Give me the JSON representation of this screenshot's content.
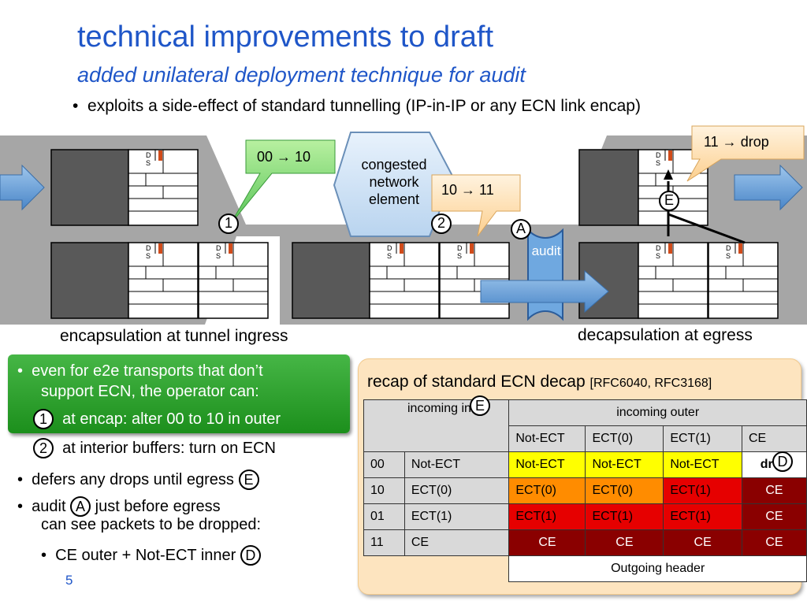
{
  "title": "technical improvements to draft",
  "subtitle": "added unilateral deployment technique for audit",
  "top_bullet": "exploits a side-effect of standard tunnelling (IP-in-IP or any ECN link encap)",
  "diagram": {
    "congested_label": [
      "congested",
      "network",
      "element"
    ],
    "callout_ingress": "00 → 10",
    "callout_congested": "10 → 11",
    "callout_drop": "11 → drop",
    "audit_label": "audit",
    "markers": {
      "m1": "1",
      "m2": "2",
      "mA": "A",
      "mE": "E"
    },
    "ds": "D S",
    "caption_ingress": "encapsulation at tunnel ingress",
    "caption_egress": "decapsulation at egress"
  },
  "left_panel": {
    "b1_line1": "even for e2e transports that don’t",
    "b1_line2": "support ECN, the operator can:",
    "step1_num": "1",
    "step1": "at encap: alter 00 to 10 in outer",
    "step2_num": "2",
    "step2": "at interior buffers: turn on ECN",
    "b2": "defers any drops until egress",
    "b2_mark": "E",
    "b3_a": "audit",
    "b3_mark": "A",
    "b3_b": "just before egress",
    "b3_line2": "can see packets to be dropped:",
    "sub": "CE outer + Not-ECT inner",
    "sub_mark": "D"
  },
  "recap": {
    "title": "recap of standard ECN decap",
    "refs": "[RFC6040, RFC3168]",
    "incoming_inner": "incoming inner",
    "incoming_outer": "incoming outer",
    "mark_E": "E",
    "mark_D": "D",
    "outer_cols": [
      "Not-ECT",
      "ECT(0)",
      "ECT(1)",
      "CE"
    ],
    "rows": [
      {
        "code": "00",
        "inner": "Not-ECT",
        "cells": [
          "Not-ECT",
          "Not-ECT",
          "Not-ECT",
          "drop"
        ]
      },
      {
        "code": "10",
        "inner": "ECT(0)",
        "cells": [
          "ECT(0)",
          "ECT(0)",
          "ECT(1)",
          "CE"
        ]
      },
      {
        "code": "01",
        "inner": "ECT(1)",
        "cells": [
          "ECT(1)",
          "ECT(1)",
          "ECT(1)",
          "CE"
        ]
      },
      {
        "code": "11",
        "inner": "CE",
        "cells": [
          "CE",
          "CE",
          "CE",
          "CE"
        ]
      }
    ],
    "footer": "Outgoing header"
  },
  "page_number": "5",
  "colors": {
    "title": "#1f56c8",
    "green": "#2ea62e",
    "peach": "#fde4bf",
    "arrow": "#5b9bd5"
  }
}
